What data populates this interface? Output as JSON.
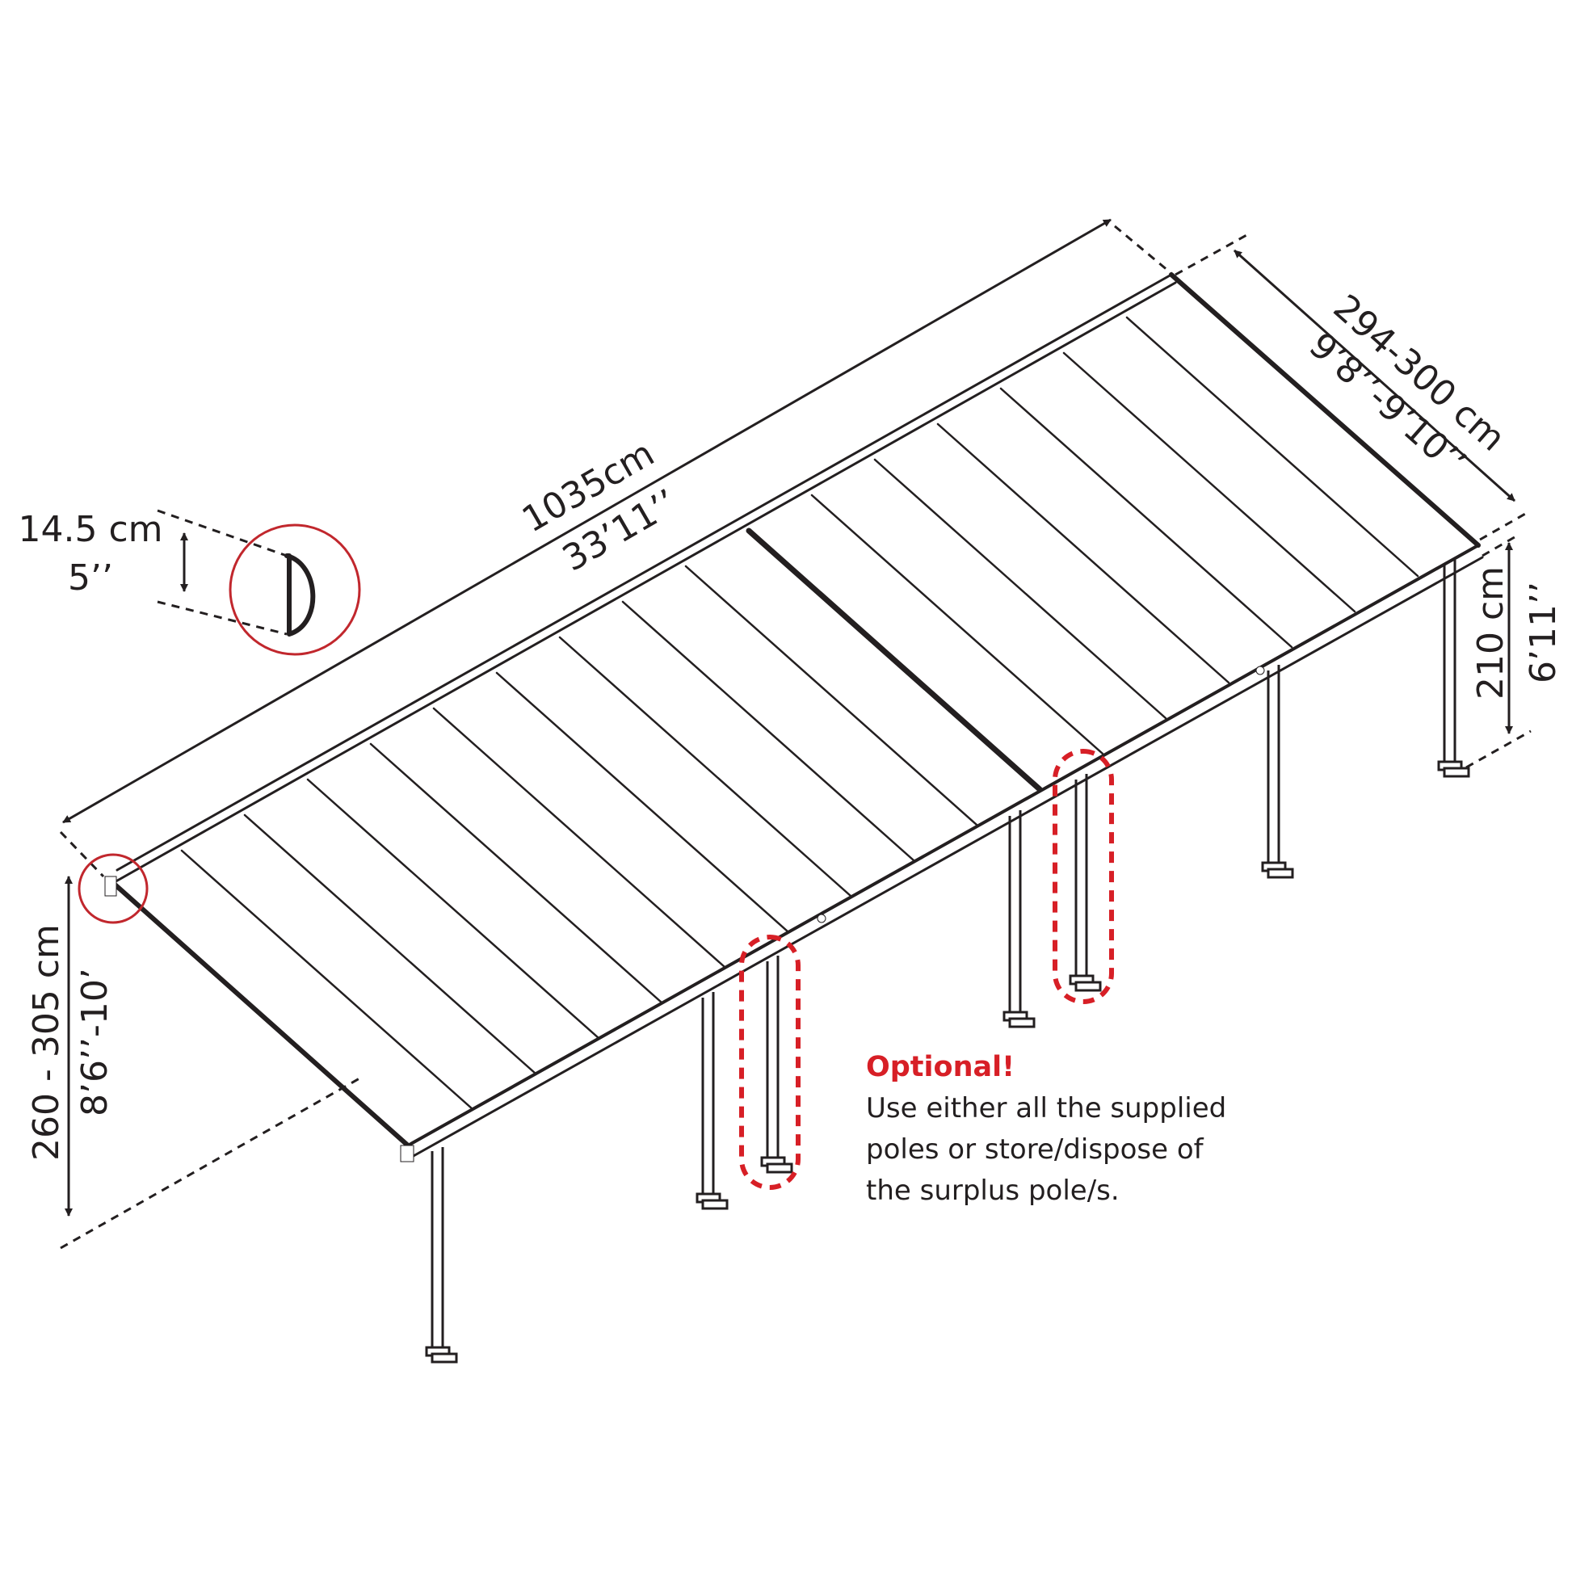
{
  "dimensions": {
    "length_cm": "1035cm",
    "length_in": "33’11’’",
    "width_cm": "294-300 cm",
    "width_in": "9’8’’-9’10’’",
    "back_height_cm": "210 cm",
    "back_height_in": "6’11’’",
    "front_height_cm": "260 - 305 cm",
    "front_height_in": "8’6’’-10’",
    "profile_cm": "14.5 cm",
    "profile_in": "5’’"
  },
  "note": {
    "title": "Optional!",
    "lines": [
      "Use either all the supplied",
      "poles or store/dispose of",
      "the surplus pole/s."
    ]
  },
  "colors": {
    "line": "#231f20",
    "highlight": "#d71f26",
    "callout": "#c1272d"
  }
}
